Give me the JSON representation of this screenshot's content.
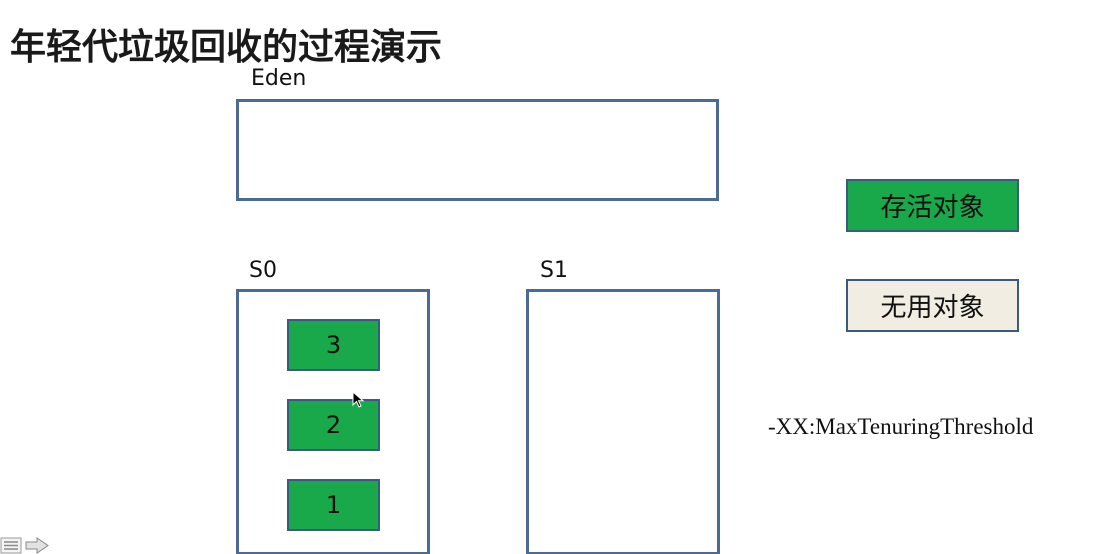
{
  "title": "年轻代垃圾回收的过程演示",
  "regions": {
    "eden": {
      "label": "Eden"
    },
    "s0": {
      "label": "S0"
    },
    "s1": {
      "label": "S1"
    }
  },
  "s0_objects": [
    {
      "label": "3",
      "status": "live"
    },
    {
      "label": "2",
      "status": "live"
    },
    {
      "label": "1",
      "status": "live"
    }
  ],
  "legend": {
    "live_label": "存活对象",
    "dead_label": "无用对象"
  },
  "jvm_param": "-XX:MaxTenuringThreshold",
  "colors": {
    "live": "#19a84a",
    "dead": "#f1ede2",
    "border": "#4b6a94"
  },
  "icons": {
    "cursor": "mouse-pointer-icon",
    "nav_menu": "slide-menu-icon",
    "nav_next": "next-arrow-icon"
  }
}
